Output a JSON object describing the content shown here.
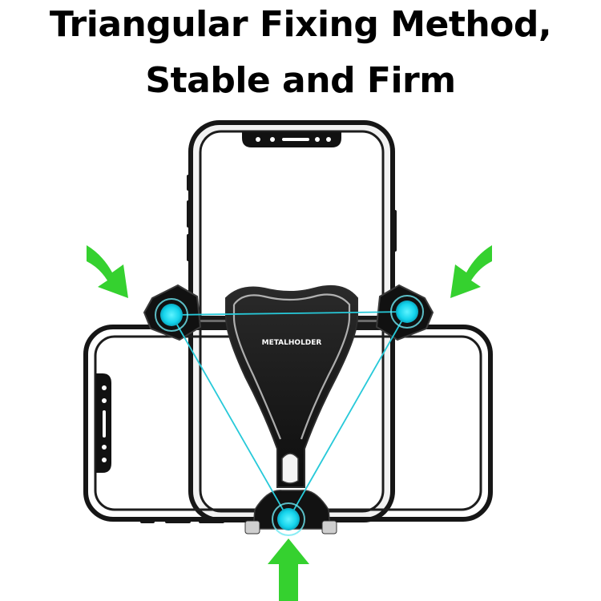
{
  "headline": {
    "line1": "Triangular Fixing Method,",
    "line2": "Stable and Firm"
  },
  "product": {
    "brand_label": "METALHOLDER"
  },
  "colors": {
    "contact_point": "#18d8ee",
    "triangle_line": "#27c9d9",
    "arrow": "#35d12f",
    "holder_body": "#151515",
    "phone_frame": "#161616"
  }
}
